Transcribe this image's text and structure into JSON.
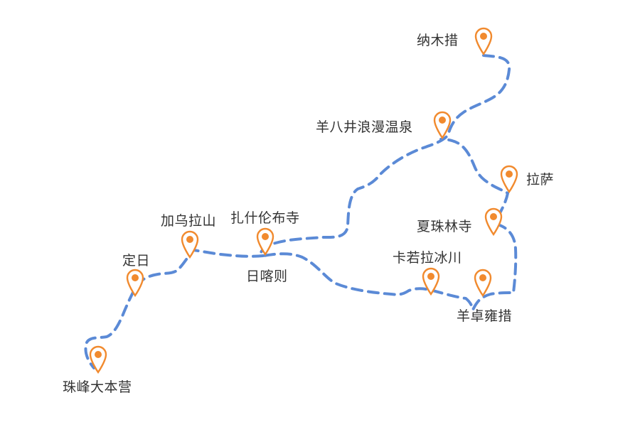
{
  "map": {
    "route_color": "#5b8ad6",
    "pin_color": "#f18a2e",
    "pin_fill": "#ffffff",
    "route_style": "dashed",
    "places": [
      {
        "id": "namtso",
        "name": "纳木措"
      },
      {
        "id": "yangbajing",
        "name": "羊八井浪漫温泉"
      },
      {
        "id": "lhasa",
        "name": "拉萨"
      },
      {
        "id": "xiazhulin",
        "name": "夏珠林寺"
      },
      {
        "id": "karola",
        "name": "卡若拉冰川"
      },
      {
        "id": "yamdrok",
        "name": "羊卓雍措"
      },
      {
        "id": "tashilhunpo",
        "name": "扎什伦布寺"
      },
      {
        "id": "shigatse",
        "name": "日喀则"
      },
      {
        "id": "gyatsola",
        "name": "加乌拉山"
      },
      {
        "id": "tingri",
        "name": "定日"
      },
      {
        "id": "everest",
        "name": "珠峰大本营"
      }
    ]
  }
}
